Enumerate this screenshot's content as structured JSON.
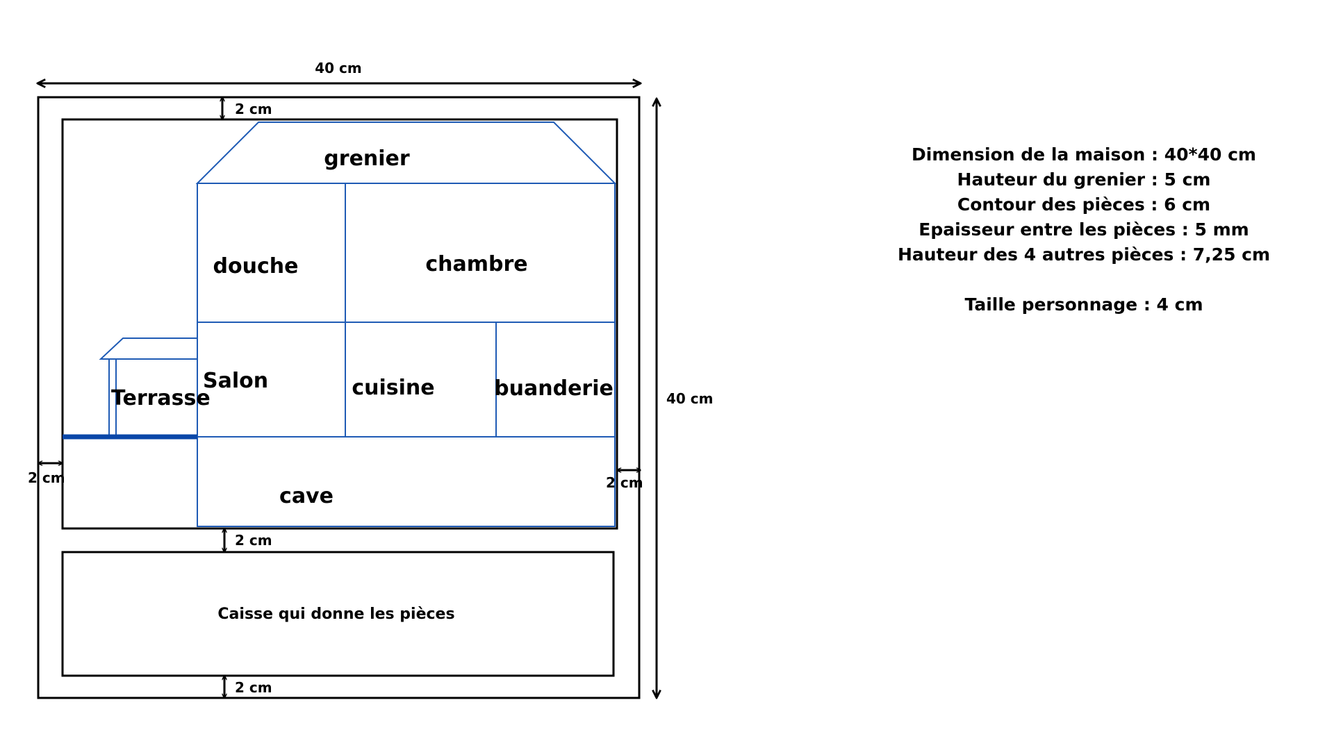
{
  "dimensions": {
    "top_width": "40 cm",
    "right_height": "40 cm",
    "top_margin": "2 cm",
    "left_margin": "2 cm",
    "right_margin": "2 cm",
    "middle_margin": "2 cm",
    "bottom_margin": "2 cm"
  },
  "rooms": {
    "grenier": "grenier",
    "douche": "douche",
    "chambre": "chambre",
    "salon": "Salon",
    "cuisine": "cuisine",
    "buanderie": "buanderie",
    "terrasse": "Terrasse",
    "cave": "cave"
  },
  "box_label": "Caisse qui donne les pièces",
  "specs": {
    "house_dimension": "Dimension de la maison : 40*40 cm",
    "attic_height": "Hauteur du grenier : 5 cm",
    "room_outline": "Contour des pièces : 6 cm",
    "wall_thickness": "Epaisseur entre les pièces : 5 mm",
    "other_rooms_height": "Hauteur des 4 autres pièces : 7,25 cm",
    "character_size": "Taille personnage : 4 cm"
  },
  "colors": {
    "outline": "#000000",
    "rooms": "#1f5bb5",
    "floor": "#0a47a8"
  }
}
